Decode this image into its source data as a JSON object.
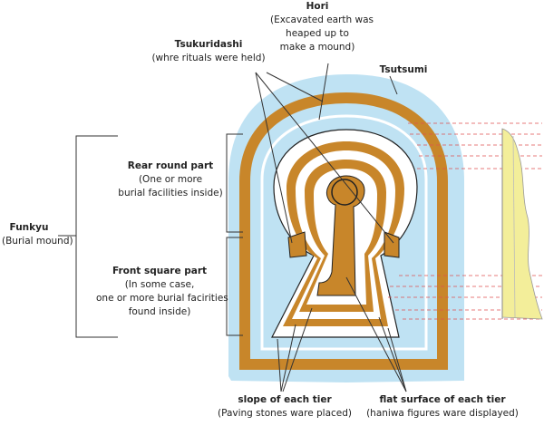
{
  "labels": {
    "hori": {
      "title": "Hori",
      "desc1": "(Excavated earth was",
      "desc2": "heaped up to",
      "desc3": "make a mound)"
    },
    "tsukuridashi": {
      "title": "Tsukuridashi",
      "desc1": "(whre rituals were held)"
    },
    "tsutsumi": {
      "title": "Tsutsumi"
    },
    "rear": {
      "title": "Rear round part",
      "desc1": "(One or more",
      "desc2": "burial facilities inside)"
    },
    "funkyu": {
      "title": "Funkyu",
      "desc1": "(Burial mound)"
    },
    "front": {
      "title": "Front square part",
      "desc1": "(In some case,",
      "desc2": "one or more burial facirities",
      "desc3": "found inside)"
    },
    "slope": {
      "title": "slope of each tier",
      "desc1": "(Paving stones ware placed)"
    },
    "flat": {
      "title": "flat surface of each tier",
      "desc1": "(haniwa figures ware displayed)"
    }
  },
  "colors": {
    "moat_water": "#bfe2f3",
    "embankment": "#c8862a",
    "mound_fill": "#ffffff",
    "profile_fill": "#f3ee9a",
    "dashed_line": "#e05050",
    "leader_line": "#333333"
  }
}
